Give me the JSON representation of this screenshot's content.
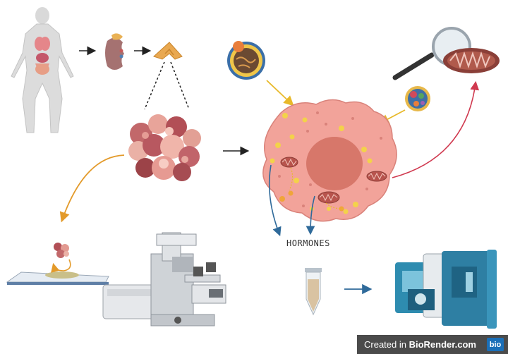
{
  "labels": {
    "hormones": "HORMONES"
  },
  "watermark": {
    "prefix": "Created in ",
    "brand": "BioRender.com",
    "logo": "bio"
  },
  "colors": {
    "arrow_dark": "#222222",
    "arrow_orange": "#e39a2a",
    "arrow_yellow": "#e8b92a",
    "arrow_blue": "#2f6a9a",
    "arrow_red": "#d0394f",
    "cell_fill": "#f2a39a",
    "nucleus_fill": "#d7776a"
  },
  "icons": [
    "human-body-icon",
    "kidney-icon",
    "adrenal-gland-icon",
    "tumor-cluster-icon",
    "lipid-nanoparticle-icon",
    "small-nanoparticle-icon",
    "magnifier-icon",
    "mitochondrion-icon",
    "cell-icon",
    "microscope-slide-icon",
    "microscope-icon",
    "sample-tube-icon",
    "mass-spectrometer-icon"
  ]
}
